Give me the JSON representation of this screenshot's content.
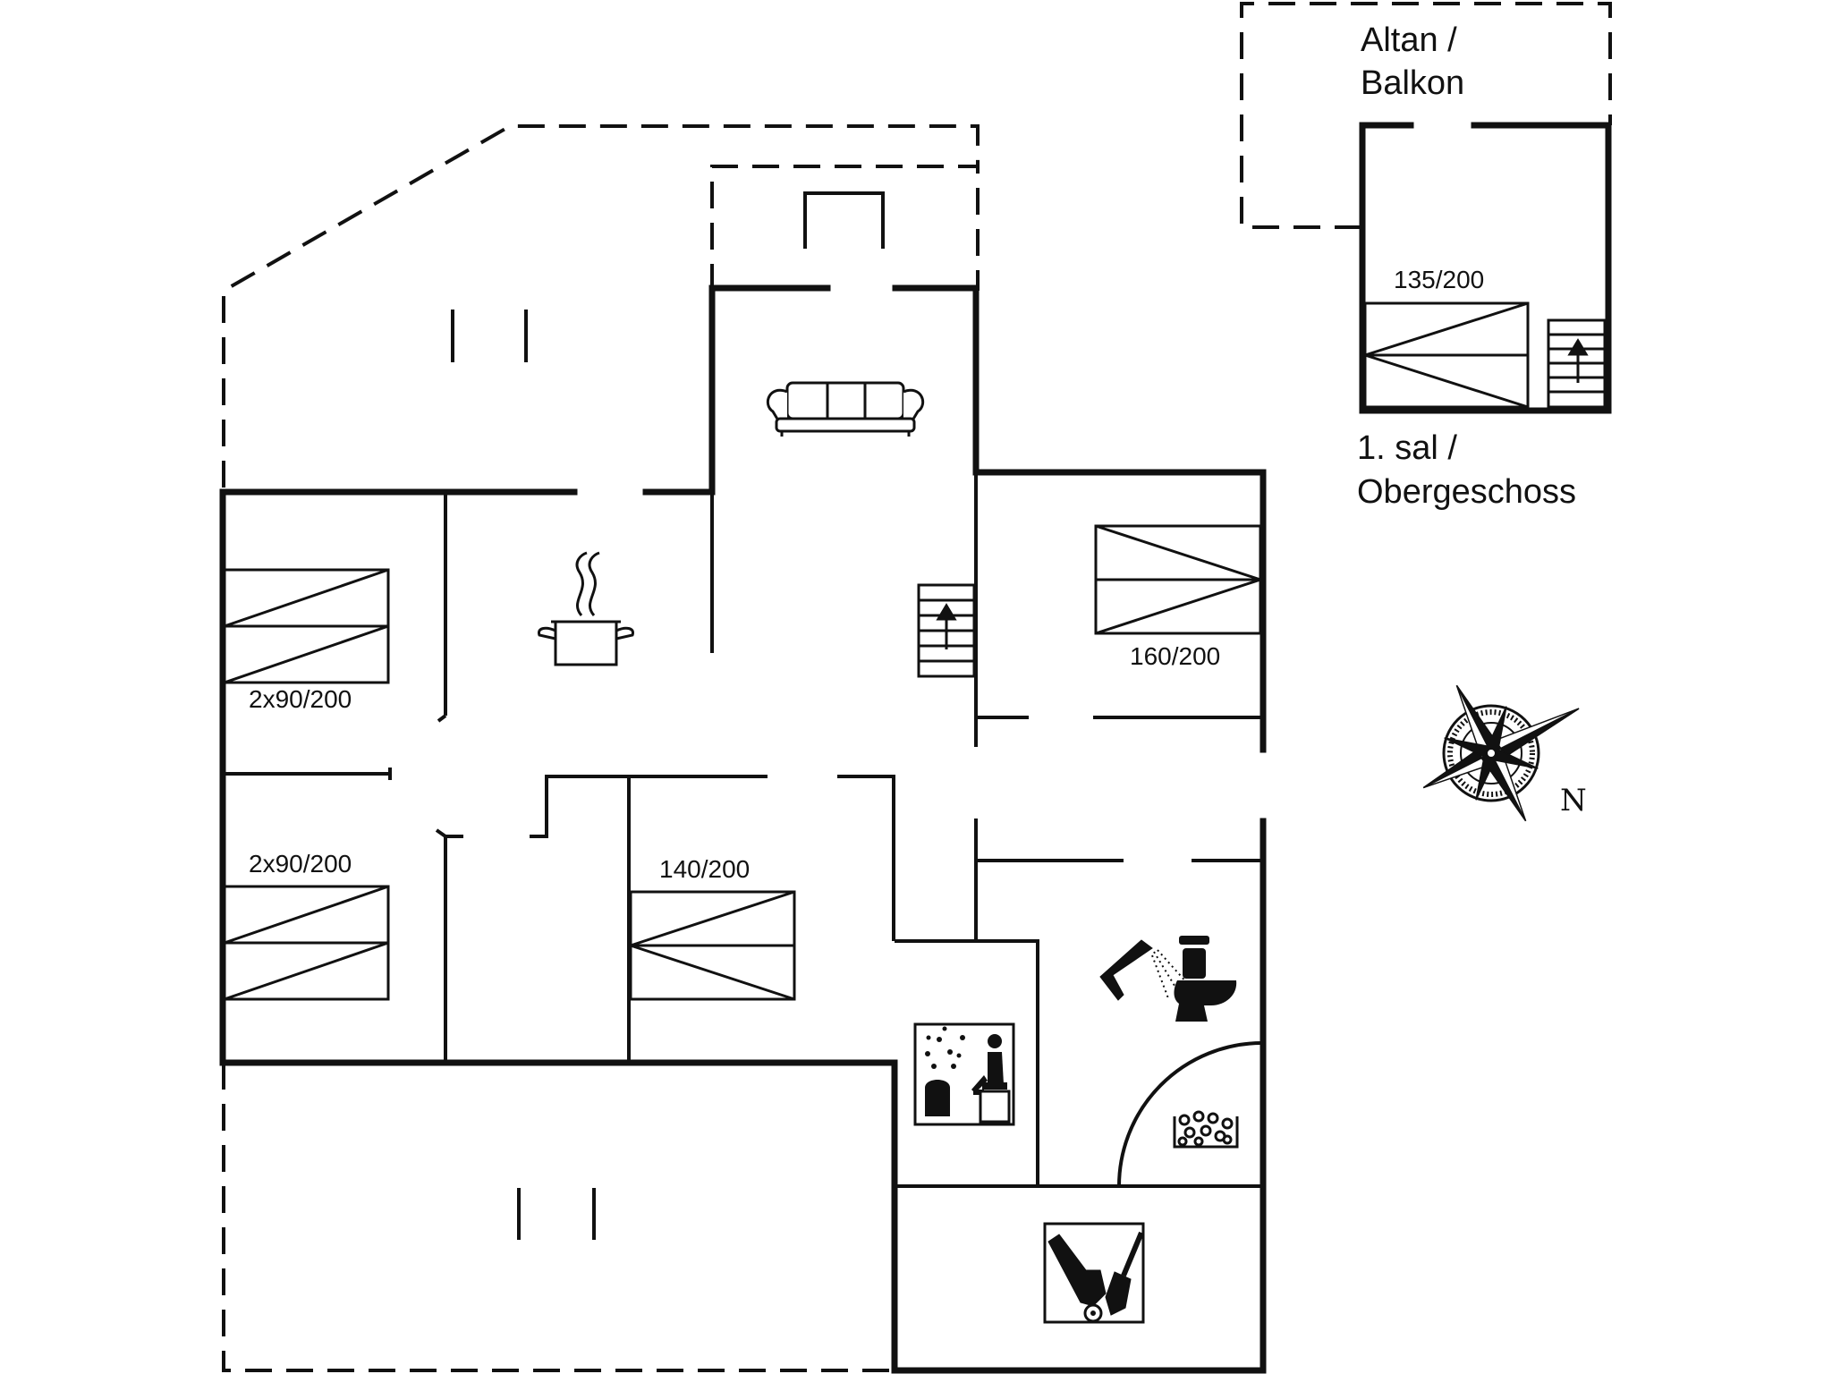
{
  "labels": {
    "bed_nw": "2x90/200",
    "bed_sw": "2x90/200",
    "bed_mid": "140/200",
    "bed_east": "160/200",
    "bed_upper": "135/200",
    "balcony_line1": "Altan /",
    "balcony_line2": "Balkon",
    "upper_floor_line1": "1. sal /",
    "upper_floor_line2": "Obergeschoss",
    "compass_north": "N"
  },
  "icons": [
    "sofa-icon",
    "cooking-pot-icon",
    "stairs-up-icon",
    "shower-icon",
    "toilet-icon",
    "sauna-icon",
    "whirlpool-icon",
    "utility-icon",
    "compass-rose-icon"
  ],
  "colors": {
    "line": "#111111",
    "background": "#ffffff"
  }
}
